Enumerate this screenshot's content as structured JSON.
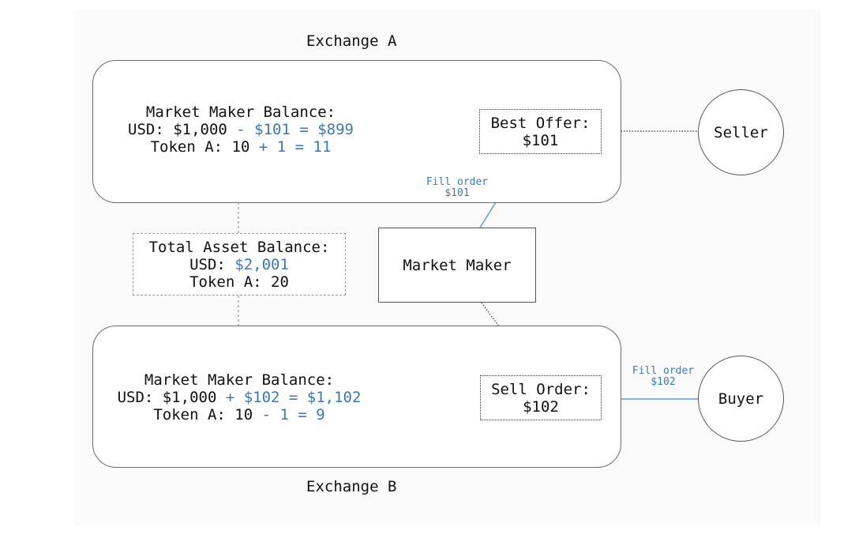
{
  "exchange_a": {
    "title": "Exchange A",
    "balance": {
      "heading": "Market Maker Balance:",
      "usd_prefix": "USD: $1,000",
      "usd_change": " - $101 = $899",
      "token_prefix": "Token A: 10",
      "token_change": " + 1 = 11"
    },
    "best_offer": {
      "label": "Best Offer:",
      "price": "$101"
    }
  },
  "exchange_b": {
    "title": "Exchange B",
    "balance": {
      "heading": "Market Maker Balance:",
      "usd_prefix": "USD: $1,000",
      "usd_change": " + $102 = $1,102",
      "token_prefix": "Token A: 10",
      "token_change": " - 1 = 9"
    },
    "sell_order": {
      "label": "Sell Order:",
      "price": "$102"
    }
  },
  "total": {
    "heading": "Total Asset Balance:",
    "usd_prefix": "USD: ",
    "usd_value": "$2,001",
    "token_line": "Token A: 20"
  },
  "market_maker": {
    "label": "Market Maker"
  },
  "seller": {
    "label": "Seller"
  },
  "buyer": {
    "label": "Buyer"
  },
  "fill_a": {
    "line1": "Fill order",
    "line2": "$101"
  },
  "fill_b": {
    "line1": "Fill order",
    "line2": "$102"
  },
  "colors": {
    "accent": "#3b78b8",
    "border": "#555555",
    "dashed": "#999999"
  }
}
